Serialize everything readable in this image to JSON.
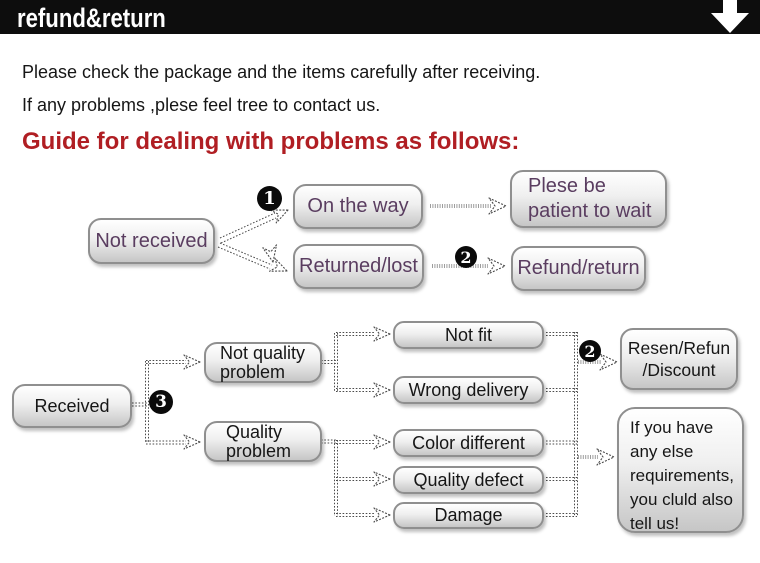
{
  "banner": {
    "title": "refund&return",
    "arrow_icon": "down-arrow"
  },
  "intro": {
    "line1": "Please check the package and the items carefully after receiving.",
    "line2": "If any problems ,plese feel tree to contact us.",
    "heading": "Guide for dealing with problems as follows:"
  },
  "colors": {
    "banner_bg": "#0d0d0d",
    "heading_red": "#b01e23",
    "flow1_text": "#5a3d60",
    "flow2_text": "#161616",
    "box_border": "#8f8f8f",
    "badge_bg": "#0a0a0a"
  },
  "flow1": {
    "not_received": "Not received",
    "badge_1": "1",
    "on_the_way": "On the way",
    "returned_lost": "Returned/lost",
    "badge_2": "2",
    "patient_wait": "Plese be\npatient to wait",
    "refund_return": "Refund/return"
  },
  "flow2": {
    "received": "Received",
    "badge_3": "3",
    "not_quality_problem": "Not quality\nproblem",
    "quality_problem": "Quality\nproblem",
    "not_fit": "Not fit",
    "wrong_delivery": "Wrong delivery",
    "color_different": "Color different",
    "quality_defect": "Quality defect",
    "damage": "Damage",
    "badge_2": "2",
    "resend_refund_discount": "Resen/Refun\n/Discount",
    "note": "If you have\nany else\nrequirements,\nyou cluld also\ntell us!"
  }
}
